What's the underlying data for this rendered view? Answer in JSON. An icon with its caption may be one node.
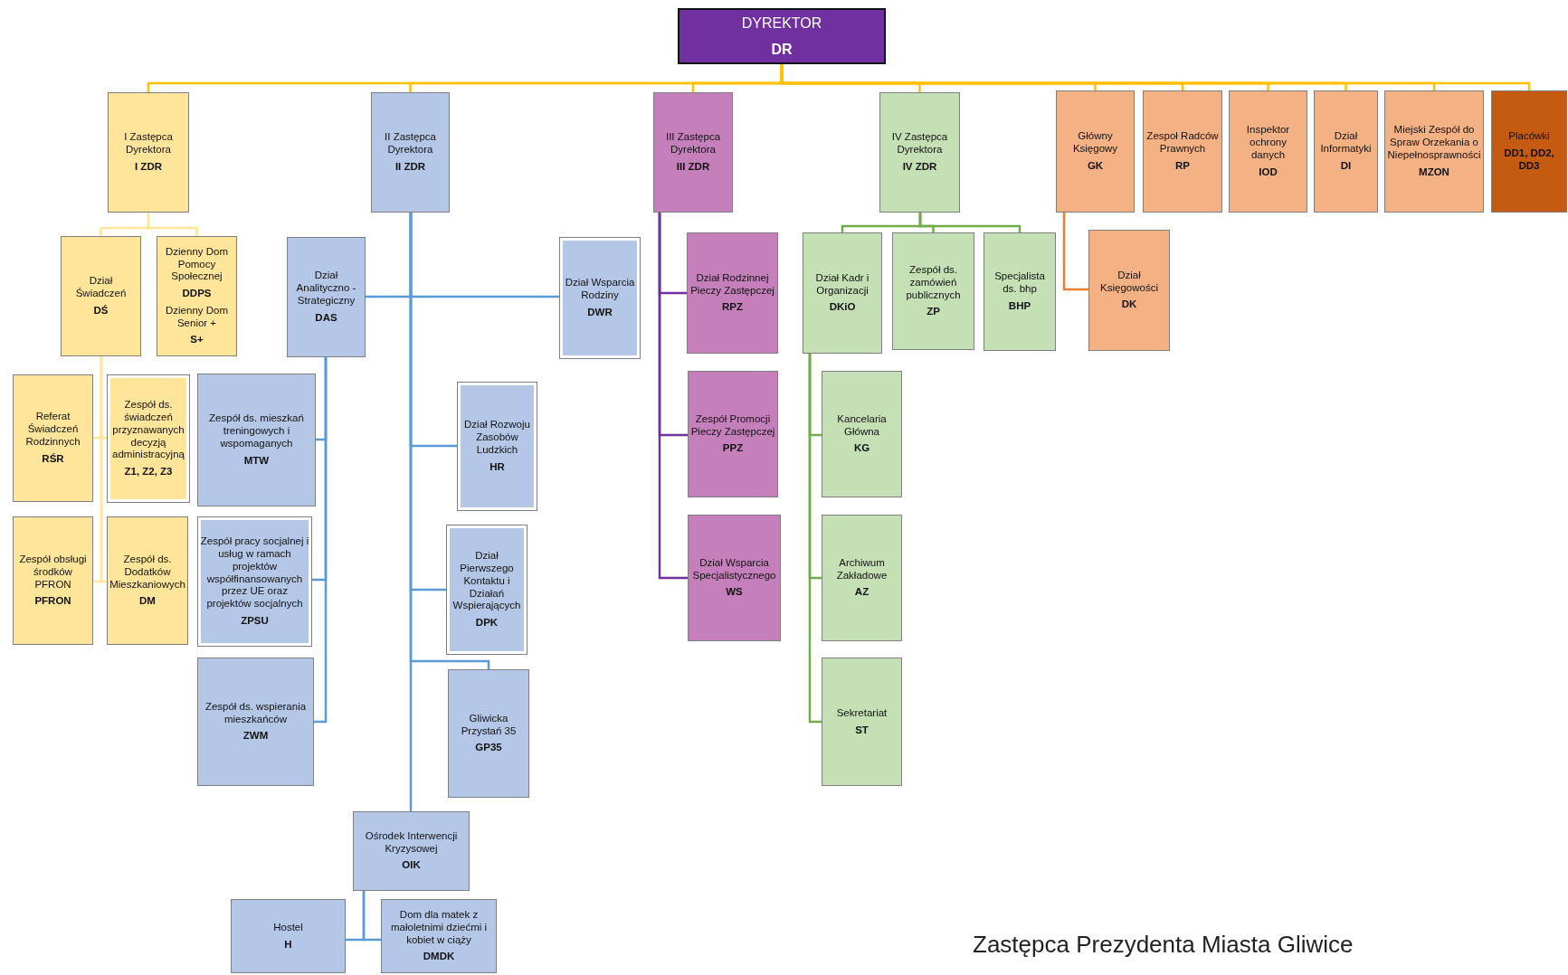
{
  "diagram": {
    "nodes": [
      {
        "text": [
          "DYREKTOR",
          "DR"
        ]
      },
      {
        "text": [
          "I Zastępca Dyrektora",
          "I ZDR"
        ]
      },
      {
        "text": [
          "II Zastępca Dyrektora",
          "II ZDR"
        ]
      },
      {
        "text": [
          "III Zastępca Dyrektora",
          "III ZDR"
        ]
      },
      {
        "text": [
          "IV Zastępca Dyrektora",
          "IV ZDR"
        ]
      },
      {
        "text": [
          "Główny Księgowy",
          "GK"
        ]
      },
      {
        "text": [
          "Zespoł Radców Prawnych",
          "RP"
        ]
      },
      {
        "text": [
          "Inspektor ochrony danych",
          "IOD"
        ]
      },
      {
        "text": [
          "Dział Informatyki",
          "DI"
        ]
      },
      {
        "text": [
          "Miejski Zespół do Spraw Orzekania o Niepełnosprawności",
          "MZON"
        ]
      },
      {
        "text": [
          "Placówki",
          "DD1, DD2, DD3"
        ]
      },
      {
        "text": [
          "Dział Świadczeń",
          "DŚ"
        ]
      },
      {
        "text": [
          "Dzienny Dom Pomocy Społecznej",
          "DDPS",
          "Dzienny Dom Senior +",
          "S+"
        ]
      },
      {
        "text": [
          "Dział Analityczno - Strategiczny",
          "DAS"
        ]
      },
      {
        "text": [
          "Dział Wsparcia Rodziny",
          "DWR"
        ]
      },
      {
        "text": [
          "Dział Rodzinnej Pieczy Zastępczej",
          "RPZ"
        ]
      },
      {
        "text": [
          "Dział Kadr i Organizacji",
          "DKiO"
        ]
      },
      {
        "text": [
          "Zespół ds. zamówień publicznych",
          "ZP"
        ]
      },
      {
        "text": [
          "Specjalista ds. bhp",
          "BHP"
        ]
      },
      {
        "text": [
          "Dział Księgowości",
          "DK"
        ]
      },
      {
        "text": [
          "Referat Świadczeń Rodzinnych",
          "RŚR"
        ]
      },
      {
        "text": [
          "Zespół ds. świadczeń przyznawanych decyzją administracyjną",
          "Z1, Z2, Z3"
        ]
      },
      {
        "text": [
          "Zespół ds. mieszkań treningowych i wspomaganych",
          "MTW"
        ]
      },
      {
        "text": [
          "Dział Rozwoju Zasobów Ludzkich",
          "HR"
        ]
      },
      {
        "text": [
          "Zespół Promocji Pieczy Zastępczej",
          "PPZ"
        ]
      },
      {
        "text": [
          "Kancelaria Główna",
          "KG"
        ]
      },
      {
        "text": [
          "Zespół obsługi środków PFRON",
          "PFRON"
        ]
      },
      {
        "text": [
          "Zespół ds. Dodatków Mieszkaniowych",
          "DM"
        ]
      },
      {
        "text": [
          "Zespół pracy socjalnej i usług w ramach projektów współfinansowanych przez UE oraz projektów socjalnych",
          "ZPSU"
        ]
      },
      {
        "text": [
          "Dział Pierwszego Kontaktu i Działań Wspierających",
          "DPK"
        ]
      },
      {
        "text": [
          "Dział Wsparcia Specjalistycznego",
          "WS"
        ]
      },
      {
        "text": [
          "Archiwum Zakładowe",
          "AZ"
        ]
      },
      {
        "text": [
          "Zespół ds. wspierania mieszkańców",
          "ZWM"
        ]
      },
      {
        "text": [
          "Gliwicka Przystań 35",
          "GP35"
        ]
      },
      {
        "text": [
          "Sekretariat",
          "ST"
        ]
      },
      {
        "text": [
          "Ośrodek Interwencji Kryzysowej",
          "OIK"
        ]
      },
      {
        "text": [
          "Hostel",
          "H"
        ]
      },
      {
        "text": [
          "Dom dla matek z małoletnimi dziećmi i kobiet w ciąży",
          "DMDK"
        ]
      }
    ],
    "edges": [
      {
        "from": 0,
        "to": 1,
        "arrow": "none",
        "color": "#ffc000"
      },
      {
        "from": 0,
        "to": 2,
        "arrow": "none",
        "color": "#ffc000"
      },
      {
        "from": 0,
        "to": 3,
        "arrow": "none",
        "color": "#ffc000"
      },
      {
        "from": 0,
        "to": 4,
        "arrow": "none",
        "color": "#ffc000"
      },
      {
        "from": 0,
        "to": 5,
        "arrow": "none",
        "color": "#ffc000"
      },
      {
        "from": 0,
        "to": 6,
        "arrow": "none",
        "color": "#ffc000"
      },
      {
        "from": 0,
        "to": 7,
        "arrow": "none",
        "color": "#ffc000"
      },
      {
        "from": 0,
        "to": 8,
        "arrow": "none",
        "color": "#ffc000"
      },
      {
        "from": 0,
        "to": 9,
        "arrow": "none",
        "color": "#ffc000"
      },
      {
        "from": 0,
        "to": 10,
        "arrow": "none",
        "color": "#ffc000"
      },
      {
        "from": 1,
        "to": 11,
        "arrow": "none",
        "color": "#ffe699"
      },
      {
        "from": 1,
        "to": 12,
        "arrow": "none",
        "color": "#ffe699"
      },
      {
        "from": 11,
        "to": 20,
        "arrow": "none",
        "color": "#ffe699"
      },
      {
        "from": 11,
        "to": 21,
        "arrow": "none",
        "color": "#ffe699"
      },
      {
        "from": 11,
        "to": 26,
        "arrow": "none",
        "color": "#ffe699"
      },
      {
        "from": 11,
        "to": 27,
        "arrow": "none",
        "color": "#ffe699"
      },
      {
        "from": 2,
        "to": 13,
        "arrow": "none"
      },
      {
        "from": 2,
        "to": 14,
        "arrow": "none"
      },
      {
        "from": 2,
        "to": 23,
        "arrow": "none"
      },
      {
        "from": 2,
        "to": 29,
        "arrow": "none"
      },
      {
        "from": 2,
        "to": 33,
        "arrow": "none"
      },
      {
        "from": 2,
        "to": 35,
        "arrow": "none"
      },
      {
        "from": 13,
        "to": 22,
        "arrow": "none"
      },
      {
        "from": 13,
        "to": 28,
        "arrow": "none"
      },
      {
        "from": 13,
        "to": 32,
        "arrow": "none"
      },
      {
        "from": 35,
        "to": 36,
        "arrow": "none"
      },
      {
        "from": 35,
        "to": 37,
        "arrow": "none"
      },
      {
        "from": 3,
        "to": 15,
        "arrow": "none",
        "color": "#7030a0"
      },
      {
        "from": 3,
        "to": 24,
        "arrow": "none",
        "color": "#7030a0"
      },
      {
        "from": 3,
        "to": 30,
        "arrow": "none",
        "color": "#7030a0"
      },
      {
        "from": 4,
        "to": 16,
        "arrow": "none",
        "color": "#70ad47"
      },
      {
        "from": 4,
        "to": 17,
        "arrow": "none",
        "color": "#70ad47"
      },
      {
        "from": 4,
        "to": 18,
        "arrow": "none",
        "color": "#70ad47"
      },
      {
        "from": 16,
        "to": 25,
        "arrow": "none",
        "color": "#70ad47"
      },
      {
        "from": 16,
        "to": 31,
        "arrow": "none",
        "color": "#70ad47"
      },
      {
        "from": 16,
        "to": 34,
        "arrow": "none",
        "color": "#70ad47"
      },
      {
        "from": 5,
        "to": 19,
        "arrow": "none",
        "color": "#ed7d31"
      }
    ],
    "labels": [
      "Zastępca Prezydenta Miasta Gliwice"
    ]
  }
}
